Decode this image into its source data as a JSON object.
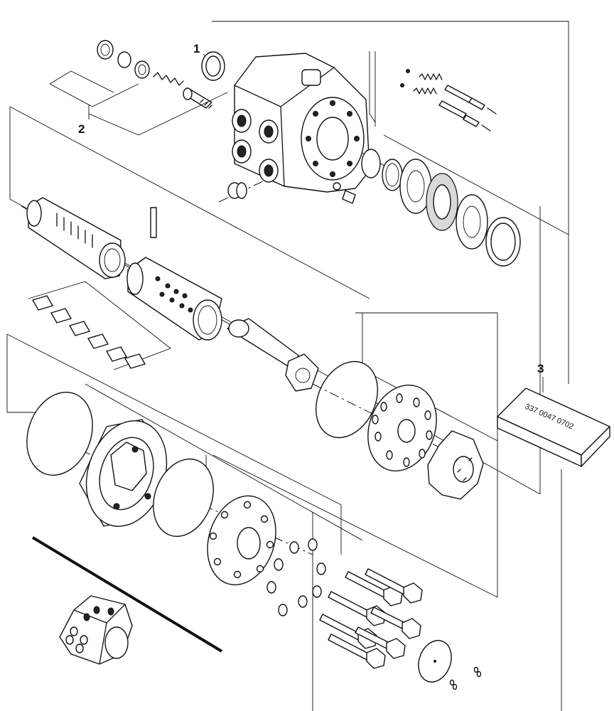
{
  "callouts": {
    "c1": "1",
    "c2": "2",
    "c3": "3"
  },
  "kit_box_label": "337 0047 0702"
}
